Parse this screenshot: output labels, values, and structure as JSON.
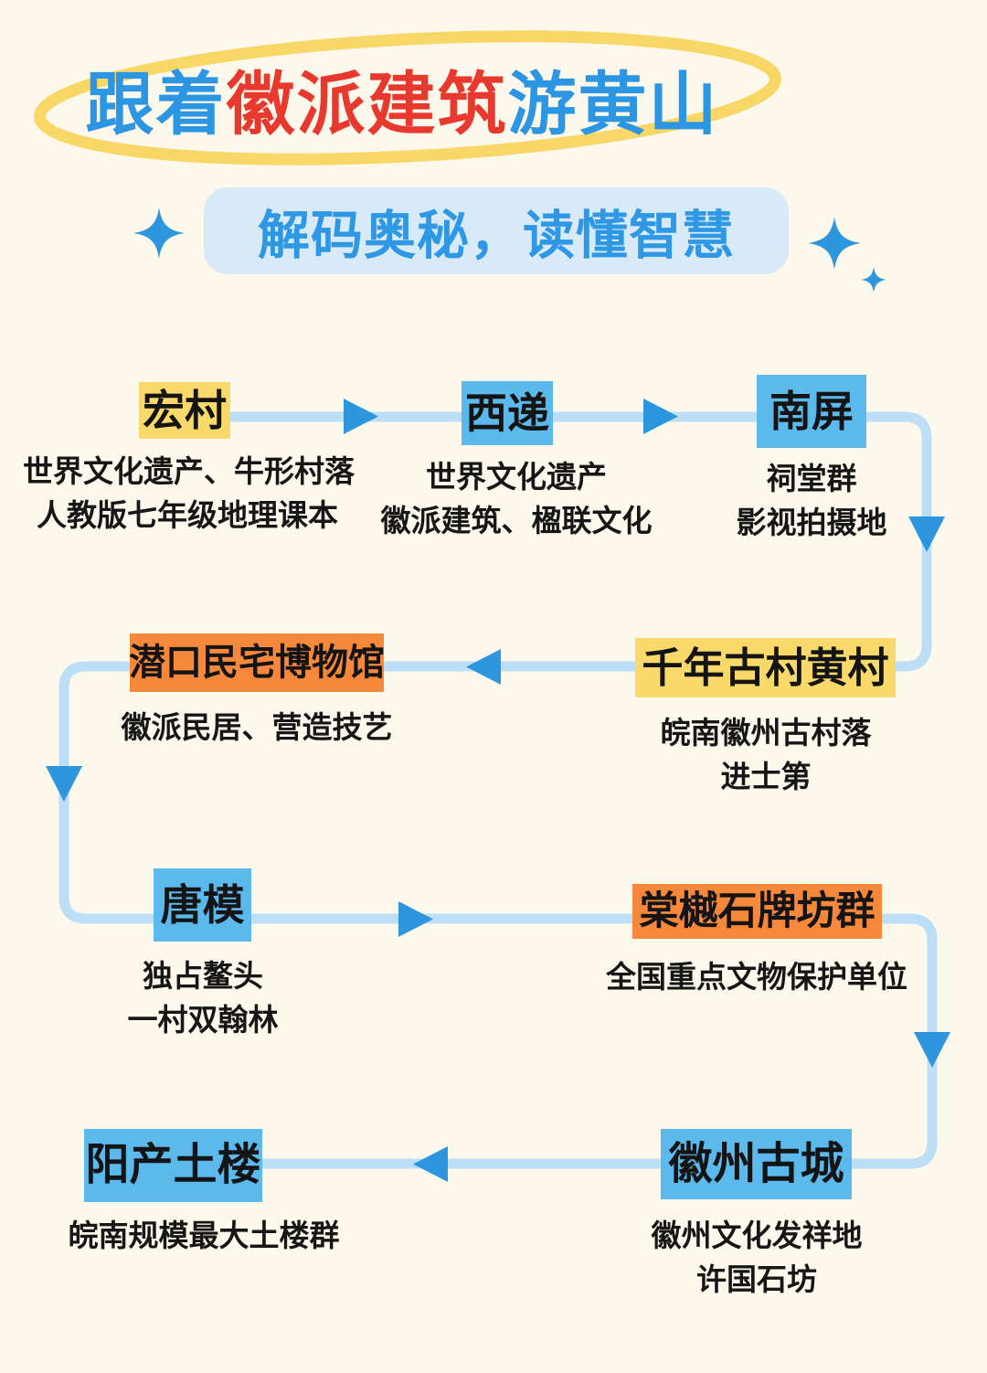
{
  "page": {
    "background": "#FCF8EB"
  },
  "header": {
    "title": {
      "part1": "跟着",
      "part2": "徽派建筑",
      "part3": "游黄山",
      "blue": "#2D96E2",
      "red": "#E8392F",
      "ellipse_color": "#F8D766"
    },
    "subtitle": {
      "text": "解码奥秘，读懂智慧",
      "background": "#D8EAF8",
      "color": "#2F98E4"
    },
    "sparkle_color": "#2D96DF"
  },
  "flow": {
    "line_color": "#BCDFF7",
    "arrow_color": "#2D96DF",
    "colors": {
      "yellow": "#FAD96B",
      "blue": "#5CB9EC",
      "orange": "#F6883B"
    },
    "nodes": [
      {
        "label": "宏村",
        "color": "yellow",
        "desc": [
          "世界文化遗产、牛形村落",
          "人教版七年级地理课本"
        ]
      },
      {
        "label": "西递",
        "color": "blue",
        "desc": [
          "世界文化遗产",
          "徽派建筑、楹联文化"
        ]
      },
      {
        "label": "南屏",
        "color": "blue",
        "desc": [
          "祠堂群",
          "影视拍摄地"
        ]
      },
      {
        "label": "千年古村黄村",
        "color": "yellow",
        "desc": [
          "皖南徽州古村落",
          "进士第"
        ]
      },
      {
        "label": "潜口民宅博物馆",
        "color": "orange",
        "desc": [
          "徽派民居、营造技艺"
        ]
      },
      {
        "label": "唐模",
        "color": "blue",
        "desc": [
          "独占鳌头",
          "一村双翰林"
        ]
      },
      {
        "label": "棠樾石牌坊群",
        "color": "orange",
        "desc": [
          "全国重点文物保护单位"
        ]
      },
      {
        "label": "徽州古城",
        "color": "blue",
        "desc": [
          "徽州文化发祥地",
          "许国石坊"
        ]
      },
      {
        "label": "阳产土楼",
        "color": "blue",
        "desc": [
          "皖南规模最大土楼群"
        ]
      }
    ],
    "order_note": "宏村→西递→南屏→千年古村黄村→潜口民宅博物馆→唐模→棠樾石牌坊群→徽州古城→阳产土楼"
  }
}
